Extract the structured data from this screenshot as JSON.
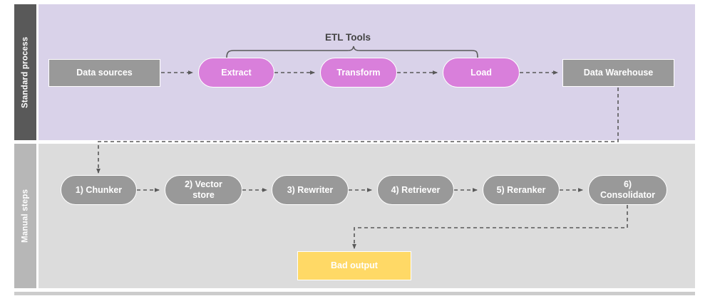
{
  "diagram": {
    "title": "ETL standard process and manual RAG steps",
    "colors": {
      "lane_top_bg": "#d9d2e9",
      "lane_top_header_bg": "#595959",
      "lane_bottom_bg": "#dcdcdc",
      "lane_bottom_header_bg": "#b7b7b7",
      "node_gray": "#999999",
      "node_orchid": "#d97fdb",
      "node_yellow": "#ffd966",
      "connector": "#595959",
      "brace": "#595959",
      "text_light": "#ffffff",
      "text_dark": "#434343"
    },
    "lanes": [
      {
        "id": "standard-process",
        "label": "Standard process"
      },
      {
        "id": "manual-steps",
        "label": "Manual steps"
      }
    ],
    "annotations": [
      {
        "id": "etl-tools-brace",
        "label": "ETL Tools"
      }
    ],
    "top_nodes": [
      {
        "id": "data-sources",
        "label": "Data sources",
        "shape": "rect",
        "color": "gray"
      },
      {
        "id": "extract",
        "label": "Extract",
        "shape": "pill",
        "color": "orchid"
      },
      {
        "id": "transform",
        "label": "Transform",
        "shape": "pill",
        "color": "orchid"
      },
      {
        "id": "load",
        "label": "Load",
        "shape": "pill",
        "color": "orchid"
      },
      {
        "id": "data-warehouse",
        "label": "Data Warehouse",
        "shape": "rect",
        "color": "gray"
      }
    ],
    "bottom_nodes": [
      {
        "id": "chunker",
        "label": "1) Chunker",
        "shape": "pill",
        "color": "gray"
      },
      {
        "id": "vector-store",
        "label": "2) Vector\nstore",
        "shape": "pill",
        "color": "gray"
      },
      {
        "id": "rewriter",
        "label": "3) Rewriter",
        "shape": "pill",
        "color": "gray"
      },
      {
        "id": "retriever",
        "label": "4) Retriever",
        "shape": "pill",
        "color": "gray"
      },
      {
        "id": "reranker",
        "label": "5) Reranker",
        "shape": "pill",
        "color": "gray"
      },
      {
        "id": "consolidator",
        "label": "6)\nConsolidator",
        "shape": "pill",
        "color": "gray"
      }
    ],
    "output_nodes": [
      {
        "id": "bad-output",
        "label": "Bad output",
        "shape": "rect",
        "color": "yellow"
      }
    ],
    "edges": [
      {
        "from": "data-sources",
        "to": "extract",
        "style": "dashed-arrow"
      },
      {
        "from": "extract",
        "to": "transform",
        "style": "dashed-arrow"
      },
      {
        "from": "transform",
        "to": "load",
        "style": "dashed-arrow"
      },
      {
        "from": "load",
        "to": "data-warehouse",
        "style": "dashed-arrow"
      },
      {
        "from": "data-warehouse",
        "to": "chunker",
        "style": "dashed-elbow-arrow"
      },
      {
        "from": "chunker",
        "to": "vector-store",
        "style": "dashed-arrow"
      },
      {
        "from": "vector-store",
        "to": "rewriter",
        "style": "dashed-arrow"
      },
      {
        "from": "rewriter",
        "to": "retriever",
        "style": "dashed-arrow"
      },
      {
        "from": "retriever",
        "to": "reranker",
        "style": "dashed-arrow"
      },
      {
        "from": "reranker",
        "to": "consolidator",
        "style": "dashed-arrow"
      },
      {
        "from": "consolidator",
        "to": "bad-output",
        "style": "dashed-elbow-arrow"
      }
    ]
  }
}
